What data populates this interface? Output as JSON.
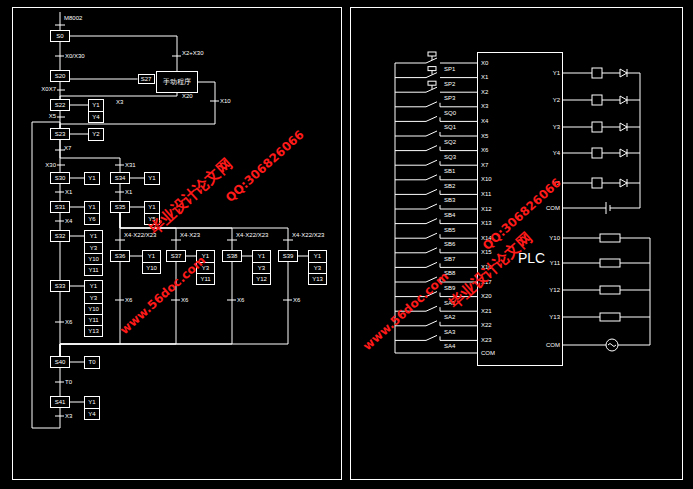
{
  "diagram": {
    "nodes": [
      {
        "text": [
          "S0"
        ]
      },
      {
        "text": [
          "S20"
        ]
      },
      {
        "text": [
          "S22"
        ]
      },
      {
        "text": [
          "Y1",
          "Y4"
        ]
      },
      {
        "text": [
          "S27"
        ]
      },
      {
        "text": [
          "手动程序"
        ]
      },
      {
        "text": [
          "S23"
        ]
      },
      {
        "text": [
          "Y2"
        ]
      },
      {
        "text": [
          "S30"
        ]
      },
      {
        "text": [
          "Y1"
        ]
      },
      {
        "text": [
          "S34"
        ]
      },
      {
        "text": [
          "Y1"
        ]
      },
      {
        "text": [
          "S31"
        ]
      },
      {
        "text": [
          "Y1",
          "Y6"
        ]
      },
      {
        "text": [
          "S35"
        ]
      },
      {
        "text": [
          "Y1",
          "Y5"
        ]
      },
      {
        "text": [
          "S32"
        ]
      },
      {
        "text": [
          "Y1",
          "Y3",
          "Y10",
          "Y11"
        ]
      },
      {
        "text": [
          "S36"
        ]
      },
      {
        "text": [
          "Y1",
          "Y10"
        ]
      },
      {
        "text": [
          "S37"
        ]
      },
      {
        "text": [
          "Y1",
          "Y3",
          "Y11"
        ]
      },
      {
        "text": [
          "S38"
        ]
      },
      {
        "text": [
          "Y1",
          "Y3",
          "Y12"
        ]
      },
      {
        "text": [
          "S39"
        ]
      },
      {
        "text": [
          "Y1",
          "Y3",
          "Y13"
        ]
      },
      {
        "text": [
          "S33"
        ]
      },
      {
        "text": [
          "Y1",
          "Y3",
          "Y10",
          "Y11",
          "Y13"
        ]
      },
      {
        "text": [
          "S40"
        ]
      },
      {
        "text": [
          "T0"
        ]
      },
      {
        "text": [
          "S41"
        ]
      },
      {
        "text": [
          "Y1",
          "Y4"
        ]
      },
      {
        "text": [
          "PLC"
        ]
      }
    ],
    "edges": [
      {
        "from": 0,
        "to": 1,
        "label": "X0/X30",
        "arrow": "none"
      },
      {
        "from": 1,
        "to": 2,
        "label": "X0X7",
        "arrow": "none"
      },
      {
        "from": 2,
        "to": 3,
        "arrow": "none"
      },
      {
        "from": 1,
        "to": 4,
        "arrow": "none"
      },
      {
        "from": 5,
        "to": 2,
        "label": "X20",
        "arrow": "none"
      },
      {
        "from": 0,
        "to": 5,
        "label": "X2+X30",
        "arrow": "none"
      },
      {
        "from": 2,
        "to": 6,
        "label": "X5",
        "arrow": "none"
      },
      {
        "from": 6,
        "to": 7,
        "arrow": "none"
      },
      {
        "from": 5,
        "to": 6,
        "label": "X10",
        "arrow": "none"
      },
      {
        "from": 6,
        "to": 8,
        "label": "X30",
        "arrow": "none"
      },
      {
        "from": 6,
        "to": 10,
        "label": "X31",
        "arrow": "none"
      },
      {
        "from": 8,
        "to": 9,
        "arrow": "none"
      },
      {
        "from": 10,
        "to": 11,
        "arrow": "none"
      },
      {
        "from": 8,
        "to": 12,
        "label": "X1",
        "arrow": "none"
      },
      {
        "from": 10,
        "to": 14,
        "label": "X1",
        "arrow": "none"
      },
      {
        "from": 12,
        "to": 13,
        "arrow": "none"
      },
      {
        "from": 14,
        "to": 15,
        "arrow": "none"
      },
      {
        "from": 12,
        "to": 16,
        "label": "X4",
        "arrow": "none"
      },
      {
        "from": 16,
        "to": 17,
        "arrow": "none"
      },
      {
        "from": 14,
        "to": 18,
        "label": "X4·X22/X23",
        "arrow": "none"
      },
      {
        "from": 14,
        "to": 20,
        "label": "X4·X23",
        "arrow": "none"
      },
      {
        "from": 14,
        "to": 22,
        "label": "X4·X22/X23",
        "arrow": "none"
      },
      {
        "from": 14,
        "to": 24,
        "label": "X4·X22/X23",
        "arrow": "none"
      },
      {
        "from": 18,
        "to": 19,
        "arrow": "none"
      },
      {
        "from": 20,
        "to": 21,
        "arrow": "none"
      },
      {
        "from": 22,
        "to": 23,
        "arrow": "none"
      },
      {
        "from": 24,
        "to": 25,
        "arrow": "none"
      },
      {
        "from": 16,
        "to": 26,
        "arrow": "none"
      },
      {
        "from": 26,
        "to": 27,
        "arrow": "none"
      },
      {
        "from": 18,
        "to": 28,
        "label": "X6",
        "arrow": "none"
      },
      {
        "from": 20,
        "to": 28,
        "label": "X6",
        "arrow": "none"
      },
      {
        "from": 22,
        "to": 28,
        "label": "X6",
        "arrow": "none"
      },
      {
        "from": 24,
        "to": 28,
        "label": "X6",
        "arrow": "none"
      },
      {
        "from": 26,
        "to": 28,
        "label": "X6",
        "arrow": "none"
      },
      {
        "from": 28,
        "to": 29,
        "arrow": "none"
      },
      {
        "from": 28,
        "to": 30,
        "label": "T0",
        "arrow": "none"
      },
      {
        "from": 30,
        "to": 31,
        "arrow": "none"
      },
      {
        "from": 30,
        "to": 6,
        "label": "X3",
        "arrow": "none"
      }
    ],
    "labels": [
      "M8002",
      "X7",
      "X3",
      "X0",
      "X1",
      "X2",
      "X3",
      "X4",
      "X5",
      "X6",
      "X7",
      "X10",
      "X11",
      "X12",
      "X13",
      "X14",
      "X15",
      "X16",
      "X17",
      "X20",
      "X21",
      "X22",
      "X23",
      "COM",
      "SP1",
      "SP2",
      "SP3",
      "SQ0",
      "SQ1",
      "SQ2",
      "SQ3",
      "SB1",
      "SB2",
      "SB3",
      "SB4",
      "SB5",
      "SB6",
      "SB7",
      "SB8",
      "SB9",
      "SA1",
      "SA2",
      "SA3",
      "SA4",
      "Y1",
      "Y2",
      "Y3",
      "Y4",
      "Y5",
      "COM",
      "Y10",
      "Y11",
      "Y12",
      "Y13",
      "COM",
      "毕业设计论文网",
      "www.56doc.com",
      "QQ:306826066",
      "毕业设计论文网",
      "www.56doc.com",
      "QQ:306826066"
    ]
  }
}
